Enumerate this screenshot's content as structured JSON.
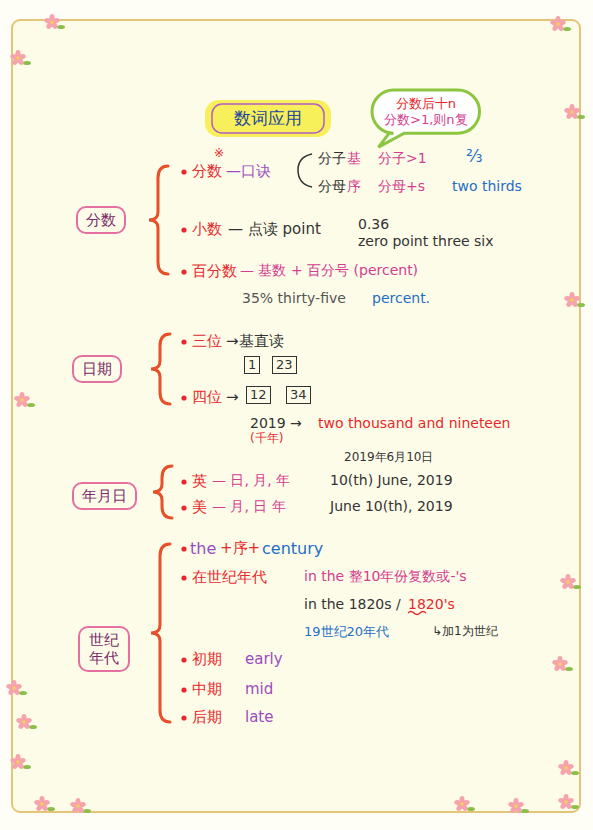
{
  "diagram": {
    "title": "数词应用",
    "nodes": [
      {
        "text": [
          "分数后十n",
          "分数>1,则n复"
        ]
      },
      {
        "text": [
          "分数"
        ]
      },
      {
        "text": [
          "日期"
        ]
      },
      {
        "text": [
          "1"
        ]
      },
      {
        "text": [
          "23"
        ]
      },
      {
        "text": [
          "12"
        ]
      },
      {
        "text": [
          "34"
        ]
      },
      {
        "text": [
          "年月日"
        ]
      },
      {
        "text": [
          "世纪 年代"
        ]
      }
    ],
    "labels": [
      "※",
      "分数",
      "—口诀",
      "分子",
      "基",
      "分子>1",
      "⅔",
      "分母",
      "序",
      "分母+s",
      "two thirds",
      "小数",
      "— 点读 point",
      "0.36",
      "zero point three six",
      "百分数",
      "— 基数 + 百分号 (percent)",
      "35% thirty-five",
      "percent.",
      "三位",
      "→基直读",
      "四位",
      "→",
      "2019 →",
      "two thousand and nineteen",
      "(千年)",
      "2019年6月10日",
      "英",
      "— 日, 月, 年",
      "10(th) June, 2019",
      "美",
      "— 月, 日 年",
      "June 10(th), 2019",
      "the",
      "+序+",
      "century",
      "在世纪年代",
      "in the 整10年份复数或-'s",
      "in the 1820s /",
      "1820's",
      "19世纪20年代",
      "↳加1为世纪",
      "初期",
      "early",
      "中期",
      "mid",
      "后期",
      "late"
    ]
  }
}
